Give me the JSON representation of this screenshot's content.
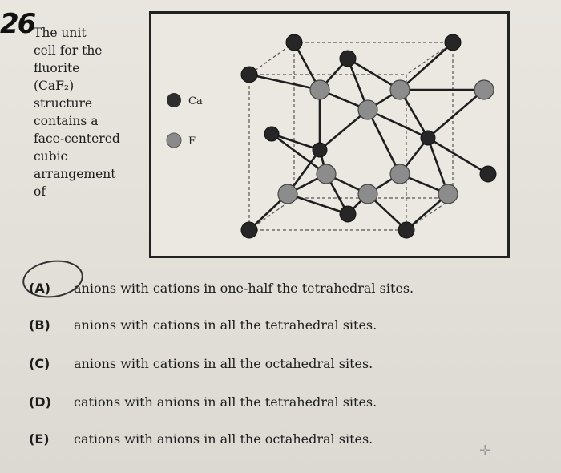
{
  "question_number": "26",
  "stem_lines": [
    "The unit",
    "cell for the",
    "fluorite",
    "(CaF₂)",
    "structure",
    "contains a",
    "face-centered",
    "cubic",
    "arrangement",
    "of"
  ],
  "legend": [
    {
      "label": "Ca",
      "color": "#2e2e2e"
    },
    {
      "label": "F",
      "color": "#8a8a8a"
    }
  ],
  "choices": [
    {
      "letter": "(A)",
      "text": "anions with cations in one-half the tetrahedral sites."
    },
    {
      "letter": "(B)",
      "text": "anions with cations in all the tetrahedral sites."
    },
    {
      "letter": "(C)",
      "text": "anions with cations in all the octahedral sites."
    },
    {
      "letter": "(D)",
      "text": "cations with anions in all the tetrahedral sites."
    },
    {
      "letter": "(E)",
      "text": "cations with anions in all the octahedral sites."
    }
  ],
  "selected_choice": "(A)"
}
